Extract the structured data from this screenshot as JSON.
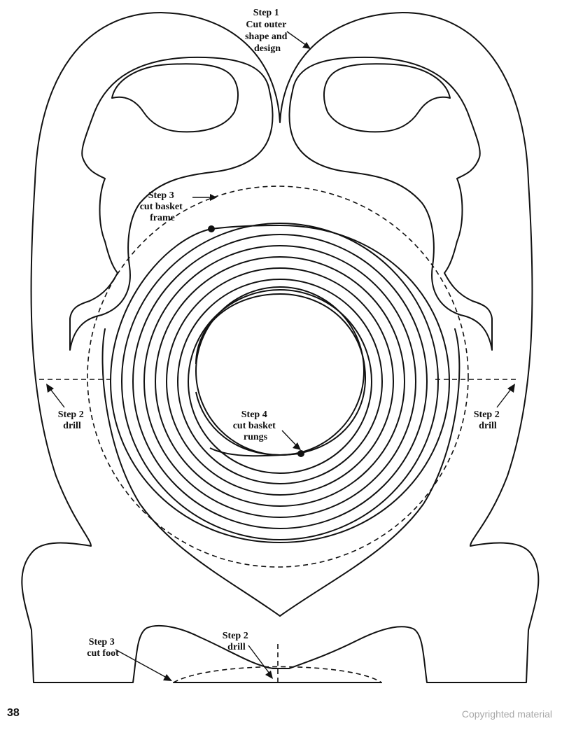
{
  "labels": {
    "step1": [
      "Step 1",
      "Cut outer",
      "shape and",
      "design"
    ],
    "step3_frame": [
      "Step 3",
      "cut basket",
      "frame"
    ],
    "step2_drill_left": [
      "Step 2",
      "drill"
    ],
    "step2_drill_right": [
      "Step 2",
      "drill"
    ],
    "step4": [
      "Step 4",
      "cut basket",
      "rungs"
    ],
    "step3_foot": [
      "Step 3",
      "cut foot"
    ],
    "step2_drill_bottom": [
      "Step 2",
      "drill"
    ]
  },
  "footer": {
    "page_number": "38",
    "copyright": "Copyrighted material"
  }
}
